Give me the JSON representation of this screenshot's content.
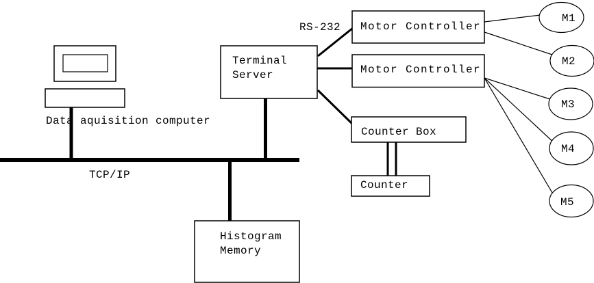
{
  "colors": {
    "stroke": "#000000",
    "background": "#ffffff"
  },
  "labels": {
    "rs232": "RS-232",
    "tcpip": "TCP/IP",
    "data_acquisition": "Data aquisition computer"
  },
  "nodes": {
    "terminal_server": {
      "line1": "Terminal",
      "line2": "Server"
    },
    "motor_controller_1": {
      "label": "Motor Controller"
    },
    "motor_controller_2": {
      "label": "Motor Controller"
    },
    "counter_box": {
      "label": "Counter Box"
    },
    "counter": {
      "label": "Counter"
    },
    "histogram_memory": {
      "line1": "Histogram",
      "line2": "Memory"
    }
  },
  "motors": [
    {
      "label": "M1"
    },
    {
      "label": "M2"
    },
    {
      "label": "M3"
    },
    {
      "label": "M4"
    },
    {
      "label": "M5"
    }
  ]
}
